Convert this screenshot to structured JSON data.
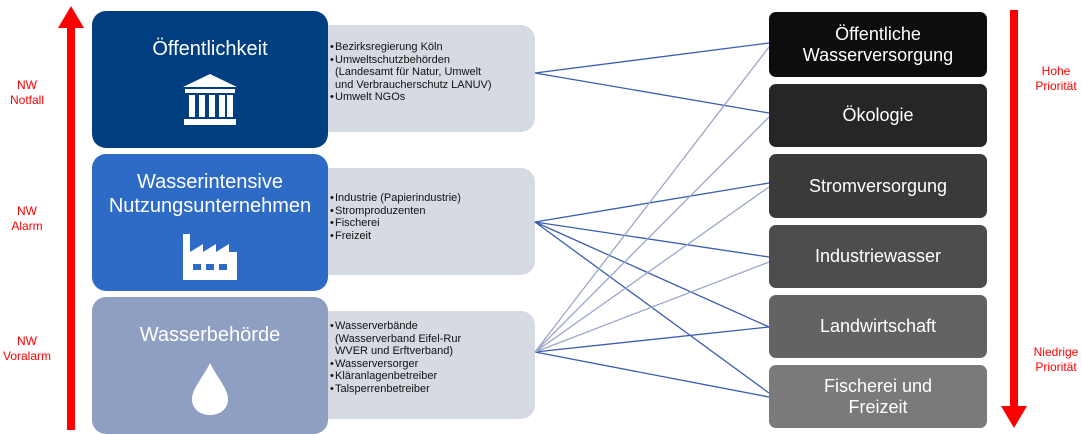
{
  "left_scale": {
    "levels": [
      {
        "line1": "NW",
        "line2": "Notfall"
      },
      {
        "line1": "NW",
        "line2": "Alarm"
      },
      {
        "line1": "NW",
        "line2": "Voralarm"
      }
    ]
  },
  "stakeholders": [
    {
      "title": "Öffentlichkeit",
      "icon": "government-building-icon",
      "color": "#003f7f",
      "items": [
        "Bezirksregierung Köln",
        "Umweltschutzbehörden\n(Landesamt für Natur, Umwelt\nund Verbraucherschutz LANUV)",
        "Umwelt NGOs"
      ]
    },
    {
      "title_line1": "Wasserintensive",
      "title_line2": "Nutzungsunternehmen",
      "icon": "factory-icon",
      "color": "#2e6bc6",
      "items": [
        "Industrie (Papierindustrie)",
        "Stromproduzenten",
        "Fischerei",
        "Freizeit"
      ]
    },
    {
      "title": "Wasserbehörde",
      "icon": "water-drop-icon",
      "color": "#8f9fc1",
      "items": [
        "Wasserverbände\n(Wasserverband Eifel-Rur\nWVER und Erftverband)",
        "Wasserversorger",
        "Kläranlagenbetreiber",
        "Talsperrenbetreiber"
      ]
    }
  ],
  "bullet": "•",
  "water_uses": [
    {
      "label": "Öffentliche\nWasserversorgung",
      "color": "#0d0d0d"
    },
    {
      "label": "Ökologie",
      "color": "#262626"
    },
    {
      "label": "Stromversorgung",
      "color": "#3a3a3a"
    },
    {
      "label": "Industriewasser",
      "color": "#4d4d4d"
    },
    {
      "label": "Landwirtschaft",
      "color": "#636363"
    },
    {
      "label": "Fischerei und\nFreizeit",
      "color": "#7a7a7a"
    }
  ],
  "right_scale": {
    "top_line1": "Hohe",
    "top_line2": "Priorität",
    "bottom_line1": "Niedrige",
    "bottom_line2": "Priorität"
  },
  "colors": {
    "arrow": "#ff0000",
    "line_strong": "#3b5db0",
    "line_light": "#9aa7c8"
  }
}
